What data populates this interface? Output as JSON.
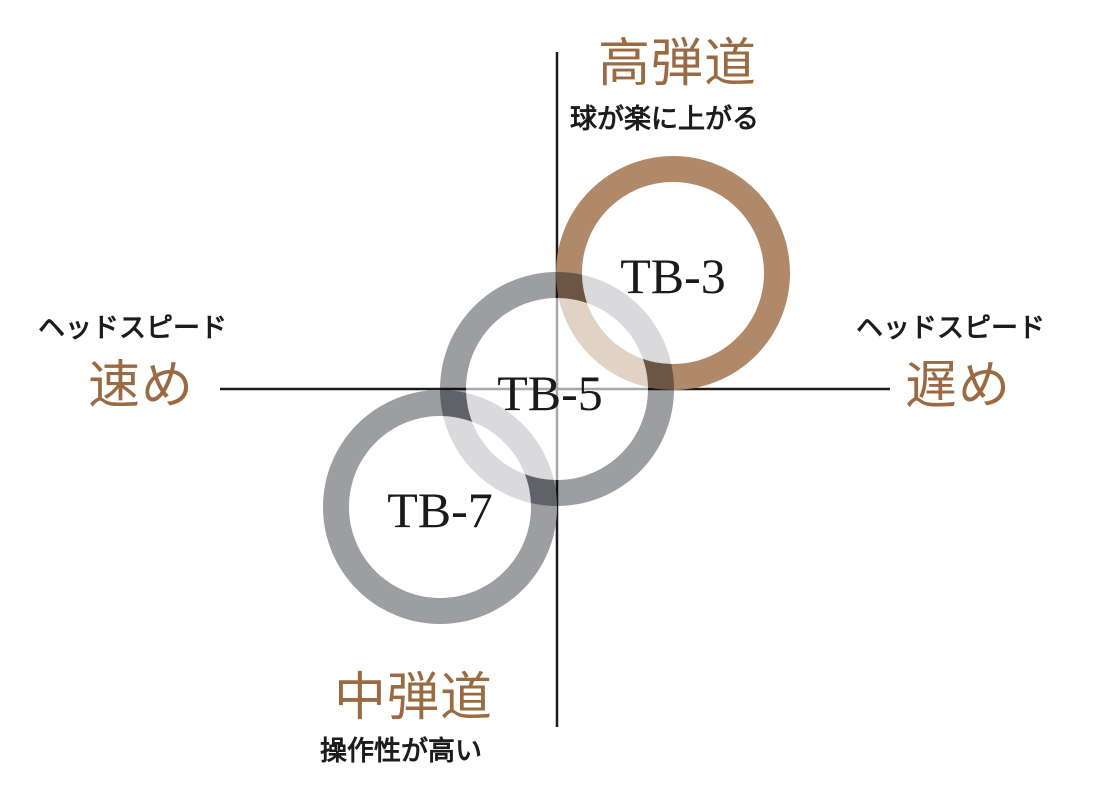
{
  "colors": {
    "accent_brown": "#b0896a",
    "label_brown": "#9a6b43",
    "ring_gray": "#9d9ea2",
    "axis": "#1c1c1c",
    "text_dark": "#1c1c1c"
  },
  "axes": {
    "top": {
      "title": "高弾道",
      "subtitle": "球が楽に上がる"
    },
    "bottom": {
      "title": "中弾道",
      "subtitle": "操作性が高い"
    },
    "left": {
      "subtitle": "ヘッドスピード",
      "title": "速め"
    },
    "right": {
      "subtitle": "ヘッドスピード",
      "title": "遅め"
    }
  },
  "items": [
    {
      "label": "TB-3",
      "color": "#b0896a",
      "position": "upper-right (high trajectory, slower head speed)"
    },
    {
      "label": "TB-5",
      "color": "#9d9ea2",
      "position": "center"
    },
    {
      "label": "TB-7",
      "color": "#9d9ea2",
      "position": "lower-left (mid trajectory, faster head speed)"
    }
  ]
}
